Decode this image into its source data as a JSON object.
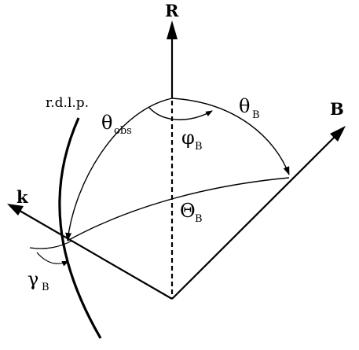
{
  "labels": {
    "R": "R",
    "B": "B",
    "k": "k",
    "rdlp": "r.d.l.p.",
    "theta_obs_sym": "θ",
    "theta_obs_sub": "obs",
    "theta_B_sym": "θ",
    "theta_B_sub": "B",
    "phi_B_sym": "φ",
    "phi_B_sub": "B",
    "Theta_B_sym": "Θ",
    "Theta_B_sub": "B",
    "gamma_B_sym": "γ",
    "gamma_B_sub": "B"
  }
}
